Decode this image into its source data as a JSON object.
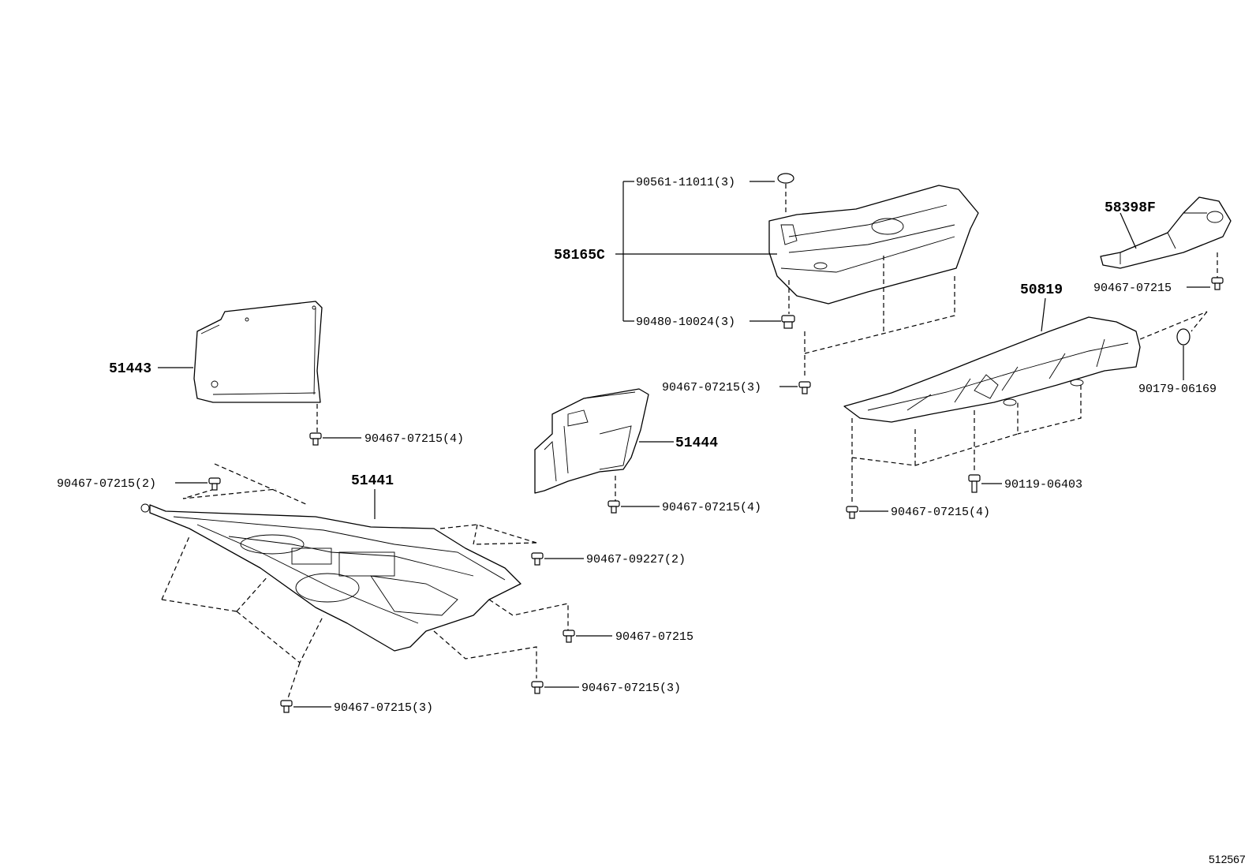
{
  "diagram": {
    "parts": {
      "p51443": "51443",
      "p51441": "51441",
      "p51444": "51444",
      "p58165C": "58165C",
      "p58398F": "58398F",
      "p50819": "50819"
    },
    "fasteners": {
      "f_51443_clip": "90467-07215(4)",
      "f_51441_top": "90467-07215(2)",
      "f_51441_right1": "90467-09227(2)",
      "f_51441_right2": "90467-07215",
      "f_51441_right3": "90467-07215(3)",
      "f_51441_bottom": "90467-07215(3)",
      "f_51444_clip": "90467-07215(4)",
      "f_58165C_top": "90561-11011(3)",
      "f_58165C_bottom": "90480-10024(3)",
      "f_58165C_clip": "90467-07215(3)",
      "f_58398F_clip": "90467-07215",
      "f_50819_grommet": "90179-06169",
      "f_50819_bolt": "90119-06403",
      "f_50819_clip": "90467-07215(4)"
    },
    "reference_number": "512567"
  }
}
